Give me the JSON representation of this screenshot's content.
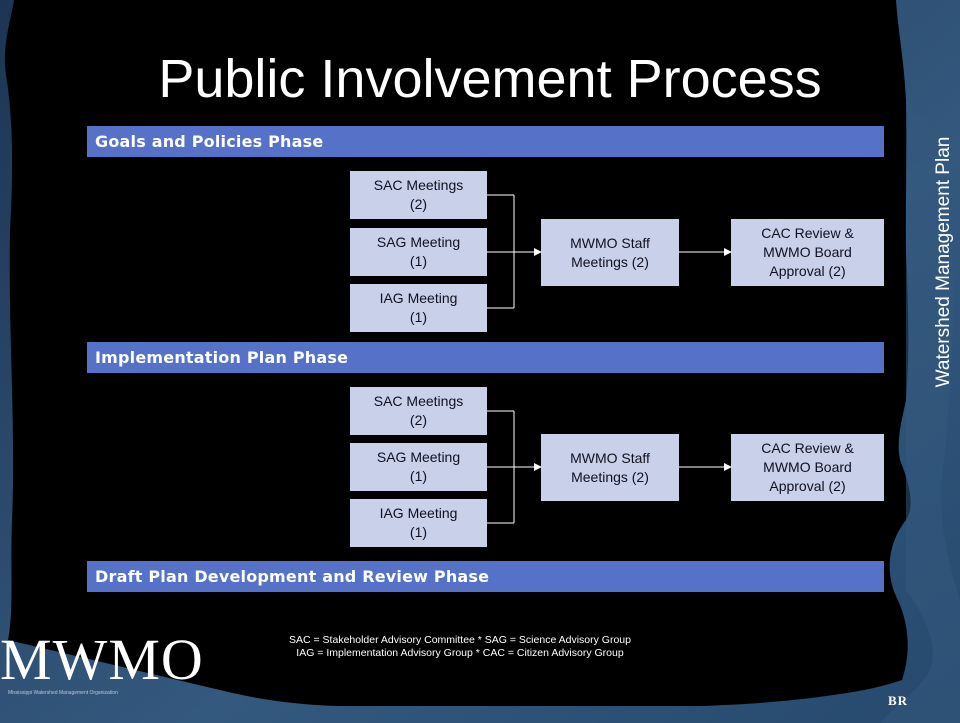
{
  "slide": {
    "title": "Public Involvement Process",
    "side_label": "Watershed Management Plan"
  },
  "phases": [
    {
      "label": "Goals and Policies Phase",
      "inputs": [
        "SAC Meetings\n(2)",
        "SAG Meeting\n(1)",
        "IAG Meeting\n(1)"
      ],
      "staff": "MWMO Staff\nMeetings (2)",
      "approval": "CAC Review &\nMWMO Board\nApproval (2)"
    },
    {
      "label": "Implementation Plan Phase",
      "inputs": [
        "SAC Meetings\n(2)",
        "SAG Meeting\n(1)",
        "IAG Meeting\n(1)"
      ],
      "staff": "MWMO Staff\nMeetings (2)",
      "approval": "CAC Review &\nMWMO Board\nApproval (2)"
    },
    {
      "label": "Draft Plan Development and Review Phase"
    }
  ],
  "legend": {
    "line1": "SAC = Stakeholder Advisory Committee * SAG = Science Advisory Group",
    "line2": "IAG = Implementation Advisory Group * CAC = Citizen Advisory Group"
  },
  "logo": {
    "wordmark": "MWMO",
    "subtitle": "Mississippi Watershed Management Organization"
  },
  "corner_mark": "BR",
  "colors": {
    "background": "#000000",
    "frame_blue": "#2a4a6e",
    "phase_bar": "#5572c8",
    "node_fill": "#c8d0ea",
    "text_light": "#ffffff"
  }
}
